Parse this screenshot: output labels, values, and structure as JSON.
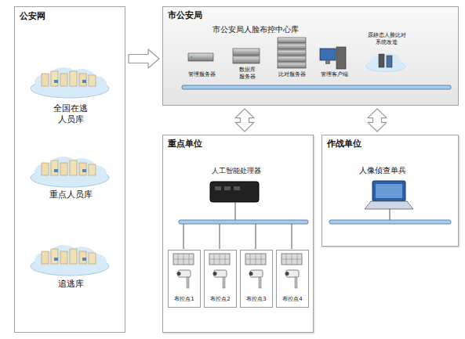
{
  "diagram": {
    "nodes": [
      {
        "text": [
          "公安网"
        ]
      },
      {
        "text": [
          "全国在逃 人员库"
        ],
        "in": 0
      },
      {
        "text": [
          "重点人员库"
        ],
        "in": 0
      },
      {
        "text": [
          "追逃库"
        ],
        "in": 0
      },
      {
        "text": [
          "市公安局",
          "市公安局人脸布控中心库"
        ]
      },
      {
        "text": [
          "重点单位"
        ]
      },
      {
        "text": [
          "布控点1"
        ],
        "in": 5
      },
      {
        "text": [
          "布控点2"
        ],
        "in": 5
      },
      {
        "text": [
          "布控点3"
        ],
        "in": 5
      },
      {
        "text": [
          "布控点4"
        ],
        "in": 5
      },
      {
        "text": [
          "作战单位"
        ]
      }
    ],
    "edges": [
      {
        "from": 0,
        "to": 4,
        "arrow": "to"
      },
      {
        "from": 4,
        "to": 5,
        "arrow": "both"
      },
      {
        "from": 4,
        "to": 10,
        "arrow": "both"
      }
    ],
    "labels": [
      "管理服务器",
      "数据库 服务器",
      "比对服务器",
      "管理客户端",
      "原静态人脸比对 系统改造",
      "人工智能处理器",
      "人像侦查单兵"
    ]
  }
}
